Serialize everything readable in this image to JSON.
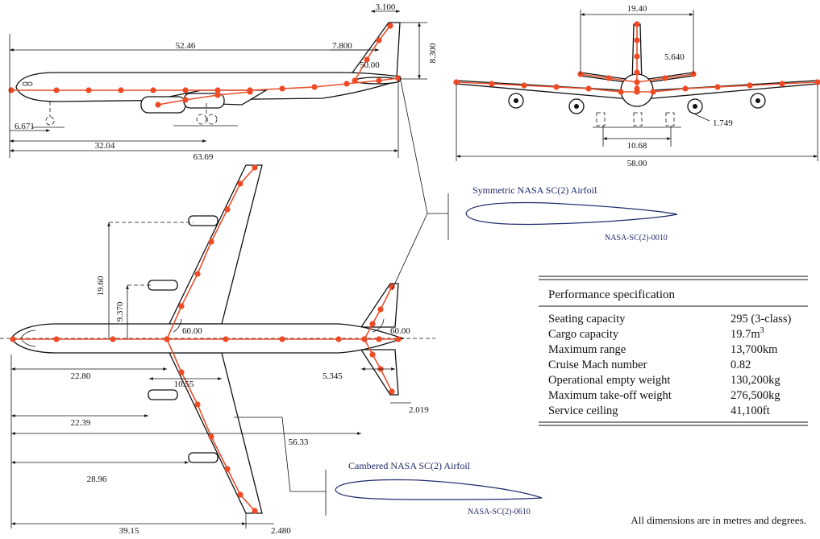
{
  "side_view": {
    "dims": {
      "fuselage_front_to_tail": "52.46",
      "tail_top_chord": "3.100",
      "tail_root_offset": "7.800",
      "tail_height": "8.300",
      "tail_sweep": "50.00",
      "nose_gear": "6.671",
      "main_gear": "32.04",
      "overall_length": "63.69"
    }
  },
  "front_view": {
    "dims": {
      "htail_span": "19.40",
      "fin_height": "5.640",
      "gear_height": "1.749",
      "main_gear_track": "10.68",
      "wingspan": "58.00"
    }
  },
  "top_view": {
    "dims": {
      "engine_outboard_y": "19.60",
      "engine_inboard_y": "9.370",
      "wing_sweep": "60.00",
      "tail_sweep": "60.00",
      "wing_root_le_x": "22.80",
      "wing_root_chord": "10.55",
      "inboard_engine_x": "22.39",
      "htail_root_x": "56.33",
      "htail_root_chord": "5.345",
      "htail_tip_chord": "2.019",
      "outboard_engine_x": "28.96",
      "wing_tip_x": "39.15",
      "wing_tip_chord": "2.480"
    }
  },
  "airfoils": {
    "symmetric": {
      "title": "Symmetric NASA SC(2) Airfoil",
      "code": "NASA-SC(2)-0010"
    },
    "cambered": {
      "title": "Cambered NASA SC(2) Airfoil",
      "code": "NASA-SC(2)-0610"
    }
  },
  "performance": {
    "title": "Performance specification",
    "rows": [
      {
        "label": "Seating capacity",
        "value": "295 (3-class)"
      },
      {
        "label": "Cargo capacity",
        "value": "19.7m",
        "sup": "3"
      },
      {
        "label": "Maximum range",
        "value": "13,700km"
      },
      {
        "label": "Cruise Mach number",
        "value": "0.82"
      },
      {
        "label": "Operational empty weight",
        "value": "130,200kg"
      },
      {
        "label": "Maximum take-off weight",
        "value": "276,500kg"
      },
      {
        "label": "Service ceiling",
        "value": "41,100ft"
      }
    ]
  },
  "note": "All dimensions are in metres and degrees.",
  "colors": {
    "beam_model": "#ee4a25",
    "airfoil": "#1f2a6b",
    "line": "#111111"
  }
}
